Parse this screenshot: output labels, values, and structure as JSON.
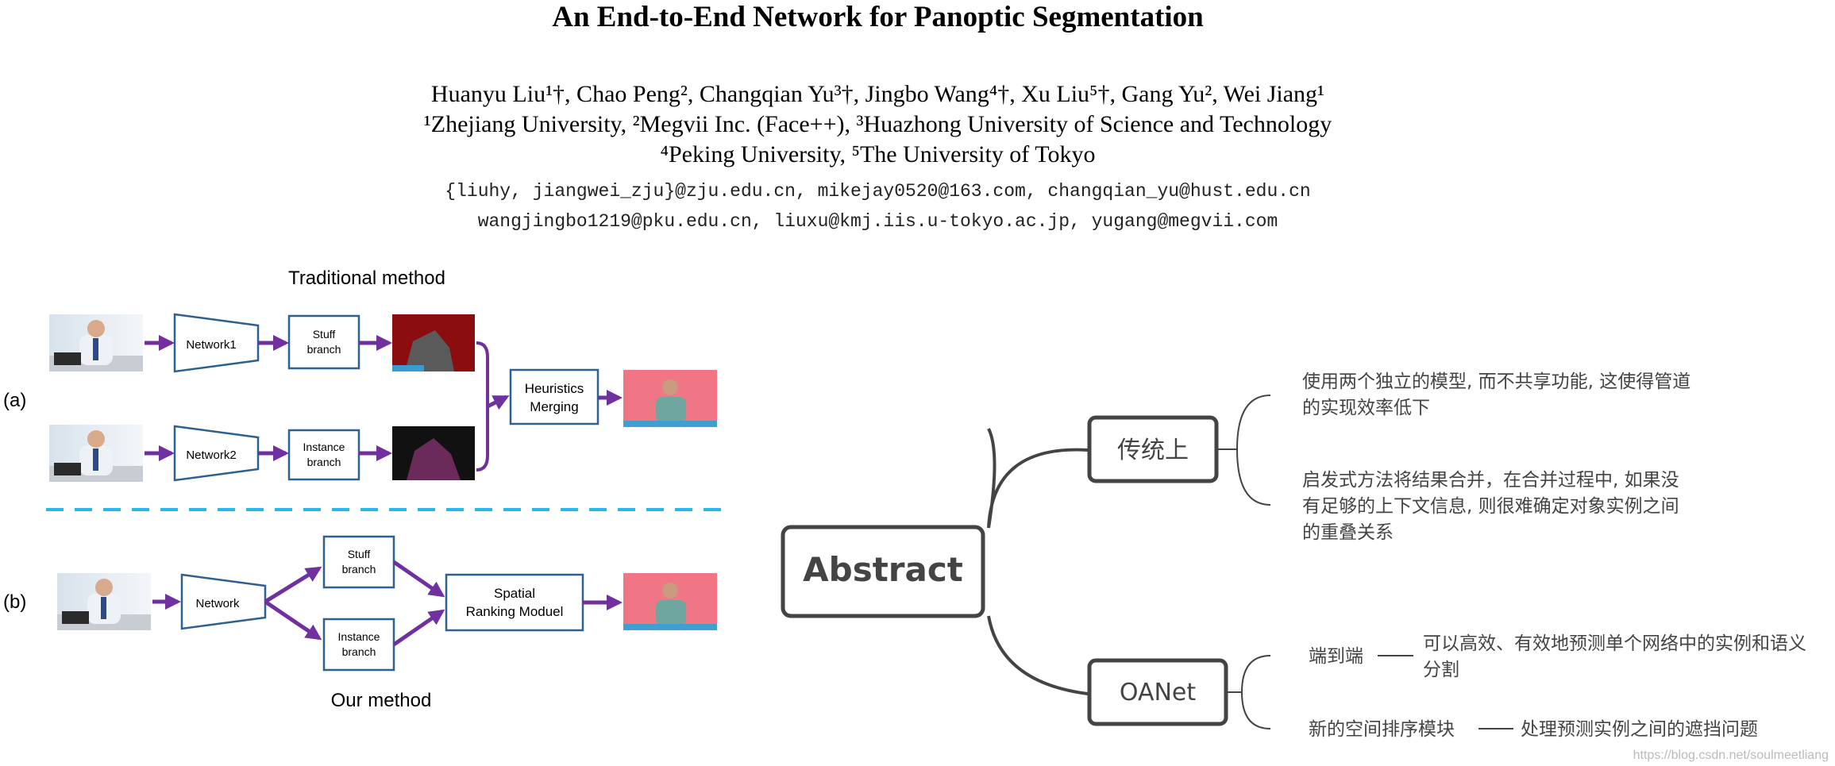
{
  "header": {
    "title": "An End-to-End Network for Panoptic Segmentation",
    "authors_line": "Huanyu Liu¹†, Chao Peng², Changqian Yu³†, Jingbo Wang⁴†, Xu Liu⁵†, Gang Yu², Wei Jiang¹",
    "affiliations_line1": "¹Zhejiang University, ²Megvii Inc. (Face++), ³Huazhong University of Science and Technology",
    "affiliations_line2": "⁴Peking University, ⁵The University of Tokyo",
    "email_line1": "{liuhy, jiangwei_zju}@zju.edu.cn, mikejay0520@163.com, changqian_yu@hust.edu.cn",
    "email_line2": "wangjingbo1219@pku.edu.cn, liuxu@kmj.iis.u-tokyo.ac.jp, yugang@megvii.com"
  },
  "figure": {
    "traditional_title": "Traditional method",
    "label_a": "(a)",
    "label_b": "(b)",
    "network1": "Network1",
    "network2": "Network2",
    "stuff_a_l1": "Stuff",
    "stuff_a_l2": "branch",
    "instance_a_l1": "Instance",
    "instance_a_l2": "branch",
    "heuristics_l1": "Heuristics",
    "heuristics_l2": "Merging",
    "network": "Network",
    "stuff_b_l1": "Stuff",
    "stuff_b_l2": "branch",
    "instance_b_l1": "Instance",
    "instance_b_l2": "branch",
    "spatial_l1": "Spatial",
    "spatial_l2": "Ranking Moduel",
    "our_method": "Our method",
    "colors": {
      "arrow": "#7030a0",
      "box": "#2e6090",
      "dash": "#29b6e8"
    }
  },
  "mindmap": {
    "root": "Abstract",
    "branch1": {
      "label": "传统上",
      "leaf1_l1": "使用两个独立的模型, 而不共享功能, 这使得管道",
      "leaf1_l2": "的实现效率低下",
      "leaf2_l1": "启发式方法将结果合并，在合并过程中, 如果没",
      "leaf2_l2": "有足够的上下文信息, 则很难确定对象实例之间",
      "leaf2_l3": "的重叠关系"
    },
    "branch2": {
      "label": "OANet",
      "leaf1": "端到端",
      "leaf1_desc_l1": "可以高效、有效地预测单个网络中的实例和语义",
      "leaf1_desc_l2": "分割",
      "leaf2": "新的空间排序模块",
      "leaf2_desc": "处理预测实例之间的遮挡问题"
    },
    "colors": {
      "line": "#444444",
      "text": "#444444"
    }
  },
  "watermark": "https://blog.csdn.net/soulmeetliang"
}
